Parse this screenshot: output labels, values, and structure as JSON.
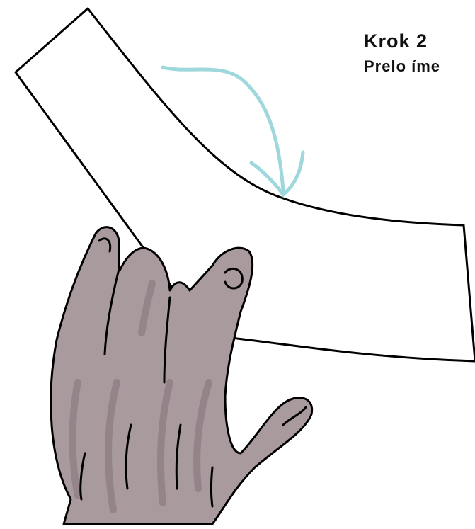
{
  "caption": {
    "step": "Krok 2",
    "instruction": "Prelo íme"
  },
  "colors": {
    "outline": "#000000",
    "paper": "#ffffff",
    "arrow": "#9fd8dc",
    "hand_fill": "#a99a9e",
    "hand_shade": "#8f7f84"
  },
  "illustration": {
    "paper_strip": "paper-strip",
    "fold_arrow": "curved-arrow-icon",
    "hand": "hand-icon"
  }
}
